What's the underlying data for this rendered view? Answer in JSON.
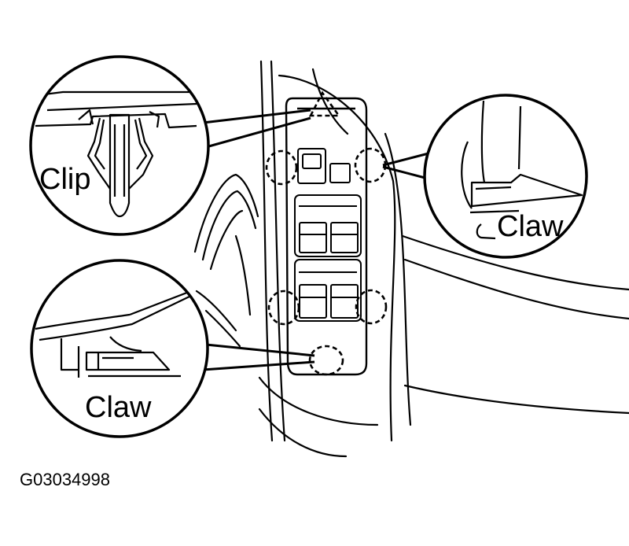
{
  "labels": {
    "clip": "Clip",
    "claw_right": "Claw",
    "claw_lower_left": "Claw"
  },
  "figure_code": "G03034998",
  "colors": {
    "ink": "#000000",
    "paper": "#ffffff"
  }
}
